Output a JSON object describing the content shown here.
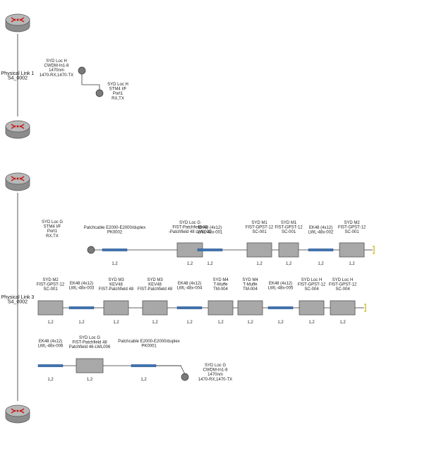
{
  "colors": {
    "router_body": "#8c8c8c",
    "router_top": "#b8b8b8",
    "cable": "#3f74b5",
    "box_fill": "#a8a8a8",
    "box_stroke": "#555555",
    "port_fill": "#7a7a7a",
    "connector_end": "#c8b400"
  },
  "links": {
    "link1": {
      "label": "Physical Link 1",
      "sub": "S4_0002"
    },
    "link3": {
      "label": "Physical Link 3",
      "sub": "S4_0002"
    }
  },
  "link1_port_a": [
    "SYD Loc H",
    "CWDM-In1-8",
    "1470nm",
    "1470-RX,1470-TX"
  ],
  "link1_port_b": [
    "SYD Loc H",
    "STM4 I/F",
    "Port1",
    "RX,TX"
  ],
  "row1_start": [
    "SYD Loc G",
    "STM4 I/F",
    "Port1",
    "RX,TX"
  ],
  "row3_end": [
    "SYD Loc G",
    "CWDM-In1-8",
    "1470nm",
    "1470-RX,1470-TX"
  ],
  "row1": [
    {
      "kind": "cable",
      "label": [
        "Patchcable E2000-E2000/duplex",
        "PK0002"
      ],
      "pin": "1,2"
    },
    {
      "kind": "box",
      "label": [
        "SYD Loc G",
        "FIST-Patchfield 48",
        "-Patchfield 48 LWL001"
      ],
      "pin": "1,2"
    },
    {
      "kind": "cable",
      "label": [
        "EK48 (4x12)",
        "LWL-48x-001"
      ],
      "pin": "1,2"
    },
    {
      "kind": "box",
      "label": [
        "SYD M1",
        "FIST-GPST-12",
        "SC-001"
      ],
      "pin": "1,2"
    },
    {
      "kind": "box",
      "label": [
        "SYD M1",
        "FIST-GPST-12",
        "SC-001"
      ],
      "pin": "1,2"
    },
    {
      "kind": "cable",
      "label": [
        "EK48 (4x12)",
        "LWL-48x-002"
      ],
      "pin": "1,2"
    },
    {
      "kind": "box",
      "label": [
        "SYD M2",
        "FIST-GPST-12",
        "SC-001"
      ],
      "pin": "1,2"
    }
  ],
  "row2": [
    {
      "kind": "box",
      "label": [
        "SYD M2",
        "FIST-GPST-12",
        "SC-001"
      ],
      "pin": "1,2"
    },
    {
      "kind": "cable",
      "label": [
        "EK48 (4x12)",
        "LWL-48x-003"
      ],
      "pin": "1,2"
    },
    {
      "kind": "box",
      "label": [
        "SYD M3",
        "KEV48",
        "FIST-Patchfield 48"
      ],
      "pin": "1,2"
    },
    {
      "kind": "box",
      "label": [
        "SYD M3",
        "KEV48",
        "FIST-Patchfield 48"
      ],
      "pin": "1,2"
    },
    {
      "kind": "cable",
      "label": [
        "EK48 (4x12)",
        "LWL-48x-004"
      ],
      "pin": "1,2"
    },
    {
      "kind": "box",
      "label": [
        "SYD M4",
        "T-Muffe",
        "TM-004"
      ],
      "pin": "1,2"
    },
    {
      "kind": "box",
      "label": [
        "SYD M4",
        "T-Muffe",
        "TM-004"
      ],
      "pin": "1,2"
    },
    {
      "kind": "cable",
      "label": [
        "EK48 (4x12)",
        "LWL-48x-005"
      ],
      "pin": "1,2"
    },
    {
      "kind": "box",
      "label": [
        "SYD Loc H",
        "FIST-GPST-12",
        "SC-004"
      ],
      "pin": "1,2"
    },
    {
      "kind": "box",
      "label": [
        "SYD Loc H",
        "FIST-GPST-12",
        "SC-004"
      ],
      "pin": "1,2"
    }
  ],
  "row3": [
    {
      "kind": "cable",
      "label": [
        "EK48 (4x12)",
        "LWL-48x-006"
      ],
      "pin": "1,2"
    },
    {
      "kind": "box",
      "label": [
        "SYD Loc G",
        "FIST-Patchfield 48",
        "Patchfield 48-LWL006"
      ],
      "pin": "1,2"
    },
    {
      "kind": "cable",
      "label": [
        "Patchcable E2000-E2000/duplex",
        "PK0001"
      ],
      "pin": "1,2"
    }
  ]
}
